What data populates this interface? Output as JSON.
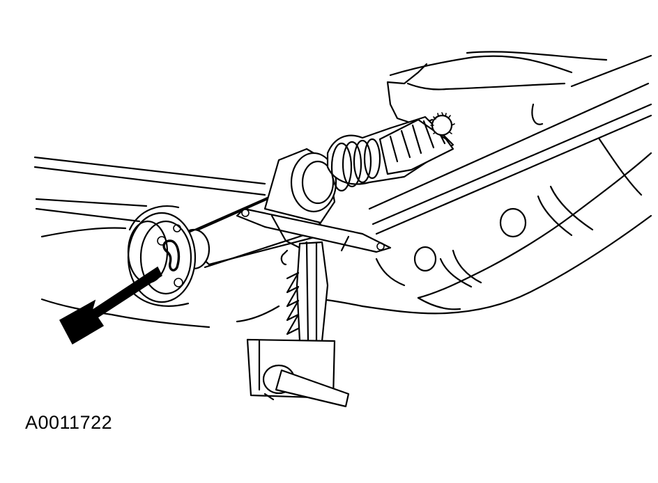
{
  "figure": {
    "id": "A0011722",
    "description_icon": "steering-gear-assembly-illustration"
  },
  "callout": {
    "icon": "pointer-arrow-icon",
    "target": "lock-clip"
  }
}
